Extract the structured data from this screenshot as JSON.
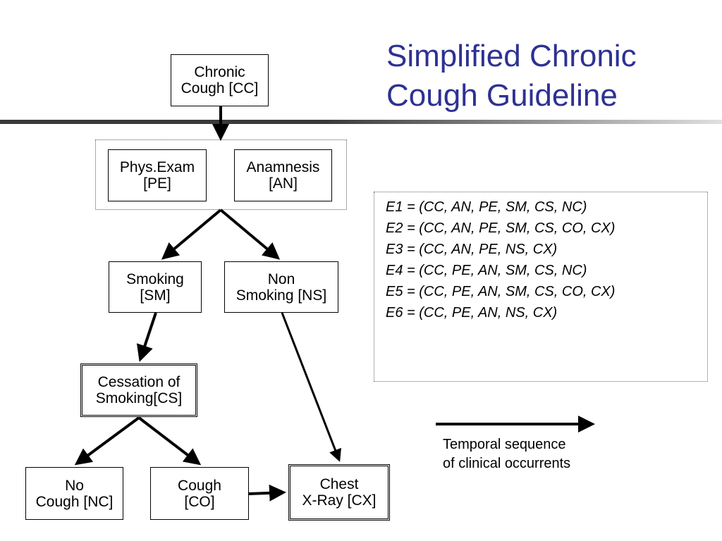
{
  "title": {
    "line1": "Simplified Chronic",
    "line2": "Cough Guideline"
  },
  "colors": {
    "title": "#2e3192",
    "rule_dark": "#3a3a3a",
    "rule_light": "#e0e0e0"
  },
  "nodes": {
    "cc": {
      "line1": "Chronic",
      "line2": "Cough [CC]"
    },
    "pe": {
      "line1": "Phys.Exam",
      "line2": "[PE]"
    },
    "an": {
      "line1": "Anamnesis",
      "line2": "[AN]"
    },
    "sm": {
      "line1": "Smoking",
      "line2": "[SM]"
    },
    "ns": {
      "line1": "Non",
      "line2": "Smoking [NS]"
    },
    "cs": {
      "line1": "Cessation of",
      "line2": "Smoking[CS]"
    },
    "nc": {
      "line1": "No",
      "line2": "Cough [NC]"
    },
    "co": {
      "line1": "Cough",
      "line2": "[CO]"
    },
    "cx": {
      "line1": "Chest",
      "line2": "X-Ray [CX]"
    }
  },
  "sequences": [
    "E1 = (CC, AN, PE, SM, CS, NC)",
    "E2 = (CC, AN, PE, SM, CS, CO, CX)",
    "E3 = (CC, AN, PE, NS, CX)",
    "E4 = (CC, PE, AN, SM, CS, NC)",
    "E5 = (CC, PE, AN, SM, CS, CO, CX)",
    "E6 = (CC, PE, AN, NS, CX)"
  ],
  "legend": {
    "line1": "Temporal sequence",
    "line2": "of clinical occurrents"
  }
}
